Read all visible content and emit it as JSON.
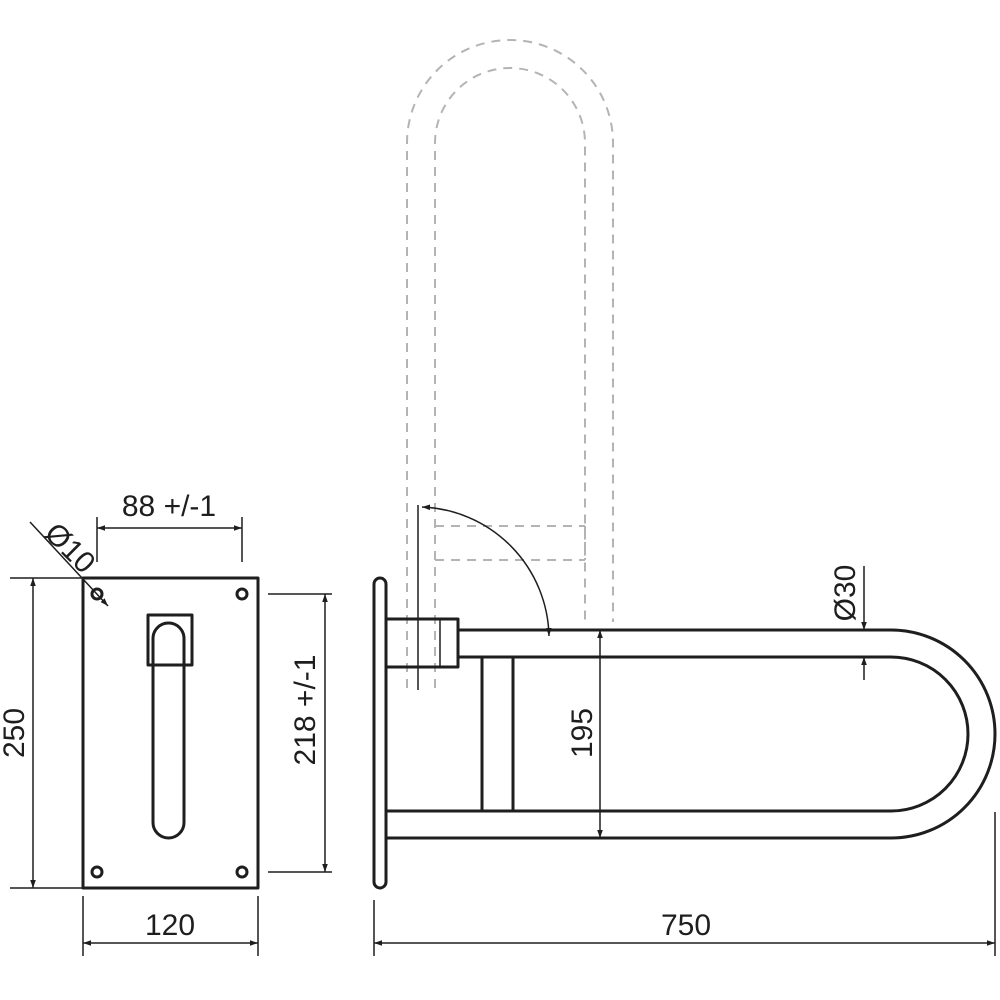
{
  "dimensions": {
    "hole_diameter": "Ø10",
    "hole_spacing_horizontal": "88 +/-1",
    "plate_height": "250",
    "hole_spacing_vertical": "218 +/-1",
    "plate_width": "120",
    "bar_spacing": "195",
    "tube_diameter": "Ø30",
    "total_length": "750"
  },
  "colors": {
    "line": "#1e1e1e",
    "hidden_line": "#b4b4b4",
    "background": "#ffffff"
  }
}
